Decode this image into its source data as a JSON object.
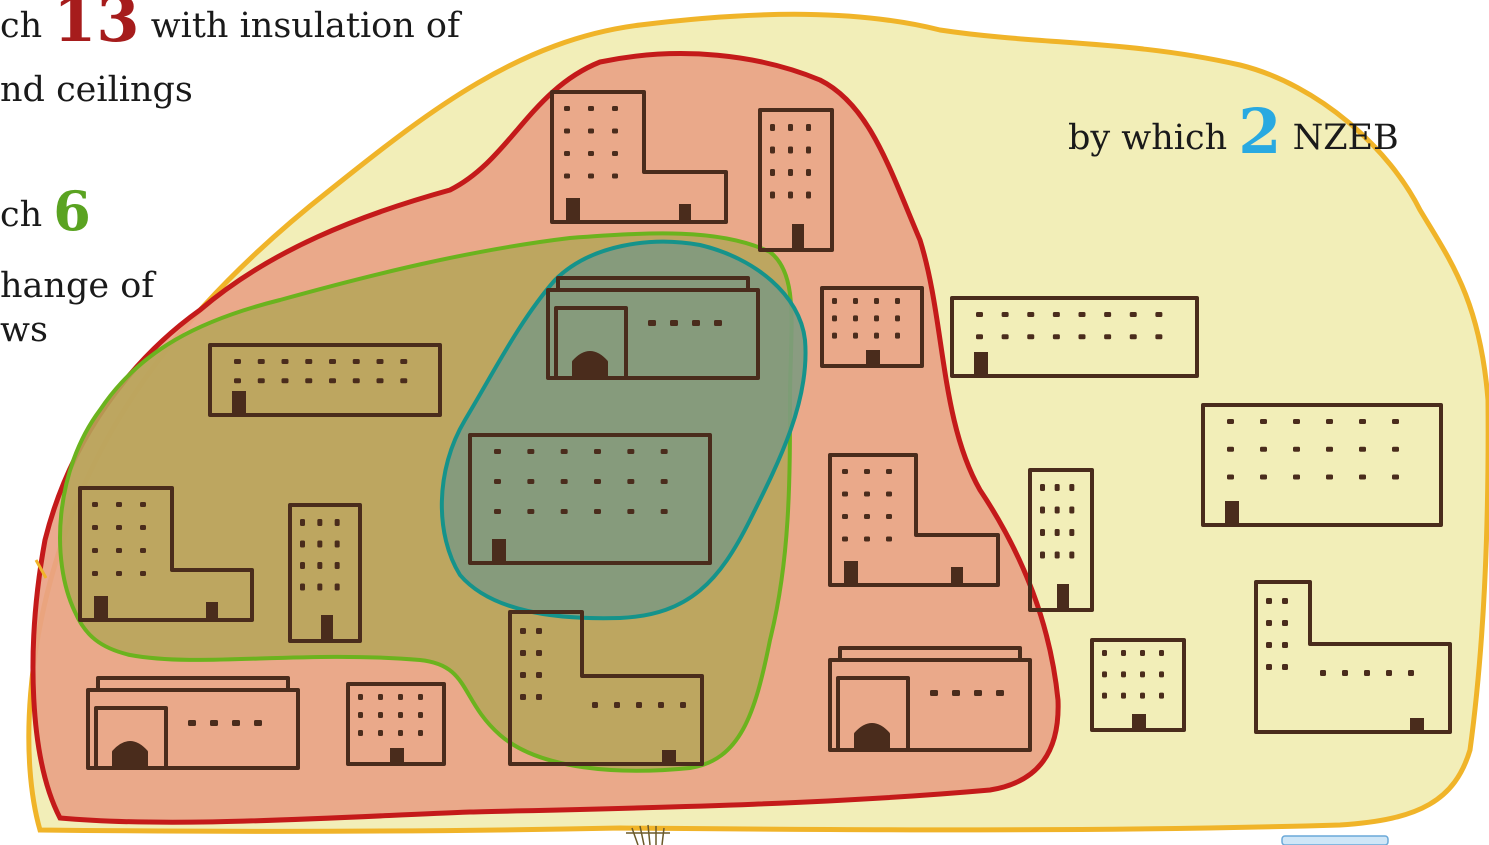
{
  "labels": {
    "insulation": {
      "prefix": "ch",
      "number": "13",
      "suffix": "with insulation of",
      "line2": "nd ceilings",
      "number_color": "#a61c1c"
    },
    "windows": {
      "prefix": "ch",
      "number": "6",
      "line2": "hange of",
      "line3": "ws",
      "number_color": "#5aa321"
    },
    "nzeb": {
      "prefix": "by which",
      "number": "2",
      "suffix": "NZEB",
      "number_color": "#29a9e1"
    }
  },
  "regions": {
    "all_buildings": {
      "fill": "#f2eeb8",
      "stroke": "#f0b429"
    },
    "insulated": {
      "fill": "#e9a385",
      "stroke": "#c41a1a"
    },
    "windows_changed": {
      "fill": "#b6a55a",
      "stroke": "#6bb31e"
    },
    "nzeb": {
      "fill": "#7f9a80",
      "stroke": "#15938b"
    }
  },
  "building_ink": "#4a2c1c"
}
